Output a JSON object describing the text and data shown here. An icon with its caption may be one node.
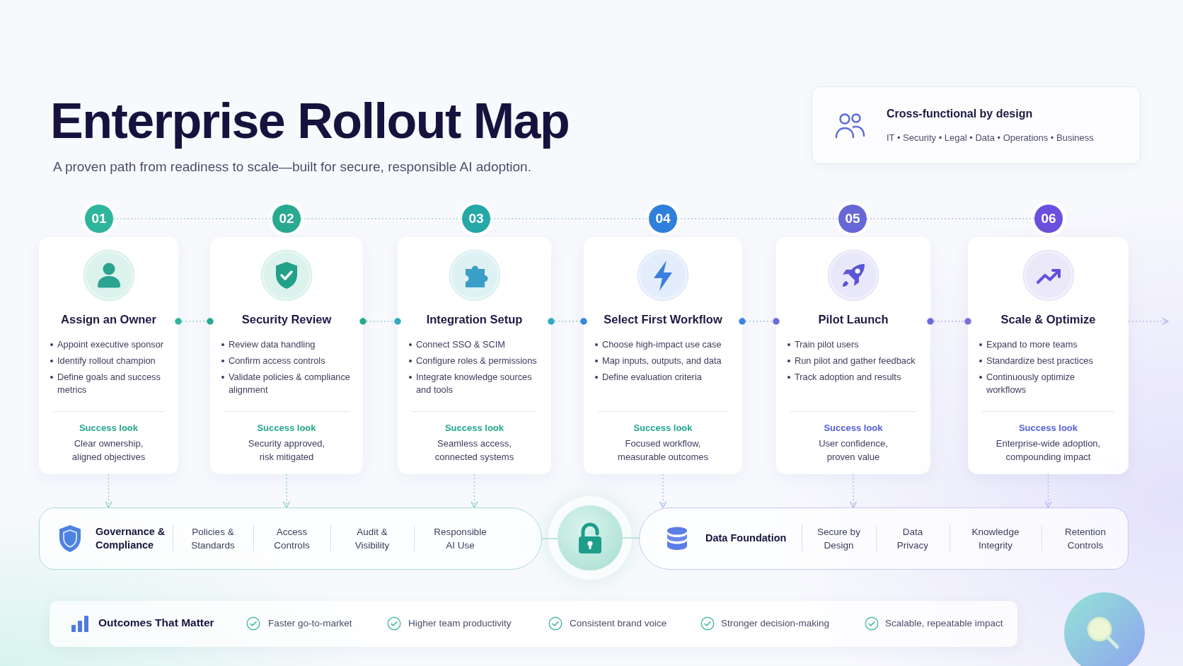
{
  "diagram": {
    "title": "Enterprise Rollout Map",
    "nodes": [
      {
        "text": [
          "Cross-functional by design",
          "IT • Security • Legal • Data • Operations • Business"
        ]
      },
      {
        "text": [
          "01"
        ]
      },
      {
        "text": [
          "02"
        ]
      },
      {
        "text": [
          "03"
        ]
      },
      {
        "text": [
          "04"
        ]
      },
      {
        "text": [
          "05"
        ]
      },
      {
        "text": [
          "06"
        ]
      },
      {
        "text": [
          "Assign an Owner",
          "Appoint executive sponsor",
          "Identify rollout champion",
          "Define goals and success metrics",
          "Success look",
          "Clear ownership, aligned objectives"
        ]
      },
      {
        "text": [
          "Security Review",
          "Review data handling",
          "Confirm access controls",
          "Validate policies & compliance alignment",
          "Success look",
          "Security approved, risk mitigated"
        ]
      },
      {
        "text": [
          "Integration Setup",
          "Connect SSO & SCIM",
          "Configure roles & permissions",
          "Integrate knowledge sources and tools",
          "Success look",
          "Seamless access, connected systems"
        ]
      },
      {
        "text": [
          "Select First Workflow",
          "Choose high-impact use case",
          "Map inputs, outputs, and data",
          "Define evaluation criteria",
          "Success look",
          "Focused workflow, measurable outcomes"
        ]
      },
      {
        "text": [
          "Pilot Launch",
          "Train pilot users",
          "Run pilot and gather feedback",
          "Track adoption and results",
          "Success look",
          "User confidence, proven value"
        ]
      },
      {
        "text": [
          "Scale & Optimize",
          "Expand to more teams",
          "Standardize best practices",
          "Continuously optimize workflows",
          "Success look",
          "Enterprise-wide adoption, compounding impact"
        ]
      },
      {
        "text": [
          "Governance & Compliance",
          "Policies & Standards",
          "Access Controls",
          "Audit & Visibility",
          "Responsible AI Use"
        ]
      },
      {
        "text": [],
        "shape": "circle"
      },
      {
        "text": [
          "Data Foundation",
          "Secure by Design",
          "Data Privacy",
          "Knowledge Integrity",
          "Retention Controls"
        ]
      },
      {
        "text": [
          "Outcomes That Matter",
          "Faster go-to-market",
          "Higher team productivity",
          "Consistent brand voice",
          "Stronger decision-making",
          "Scalable, repeatable impact"
        ]
      }
    ],
    "edges": [
      {
        "from": 1,
        "to": 2,
        "arrow": "none",
        "style": "dashed"
      },
      {
        "from": 2,
        "to": 3,
        "arrow": "none",
        "style": "dashed"
      },
      {
        "from": 3,
        "to": 4,
        "arrow": "none",
        "style": "dashed"
      },
      {
        "from": 4,
        "to": 5,
        "arrow": "none",
        "style": "dashed"
      },
      {
        "from": 5,
        "to": 6,
        "arrow": "none",
        "style": "dashed"
      },
      {
        "from": 7,
        "to": 8,
        "arrow": "other",
        "style": "dashed"
      },
      {
        "from": 8,
        "to": 9,
        "arrow": "other",
        "style": "dashed"
      },
      {
        "from": 9,
        "to": 10,
        "arrow": "other",
        "style": "dashed"
      },
      {
        "from": 10,
        "to": 11,
        "arrow": "other",
        "style": "dashed"
      },
      {
        "from": 11,
        "to": 12,
        "arrow": "other",
        "style": "dashed"
      },
      {
        "from": 12,
        "to": null,
        "arrow": "to",
        "style": "dashed"
      },
      {
        "from": 7,
        "to": 13,
        "arrow": "to",
        "style": "dashed"
      },
      {
        "from": 8,
        "to": 13,
        "arrow": "to",
        "style": "dashed"
      },
      {
        "from": 9,
        "to": 13,
        "arrow": "to",
        "style": "dashed"
      },
      {
        "from": 10,
        "to": 15,
        "arrow": "to",
        "style": "dashed"
      },
      {
        "from": 11,
        "to": 15,
        "arrow": "to",
        "style": "dashed"
      },
      {
        "from": 12,
        "to": 15,
        "arrow": "to",
        "style": "dashed"
      },
      {
        "from": 13,
        "to": 14,
        "arrow": "none"
      },
      {
        "from": 14,
        "to": 15,
        "arrow": "none"
      }
    ],
    "labels": [
      "A proven path from readiness to scale—built for secure, responsible AI adoption."
    ]
  }
}
